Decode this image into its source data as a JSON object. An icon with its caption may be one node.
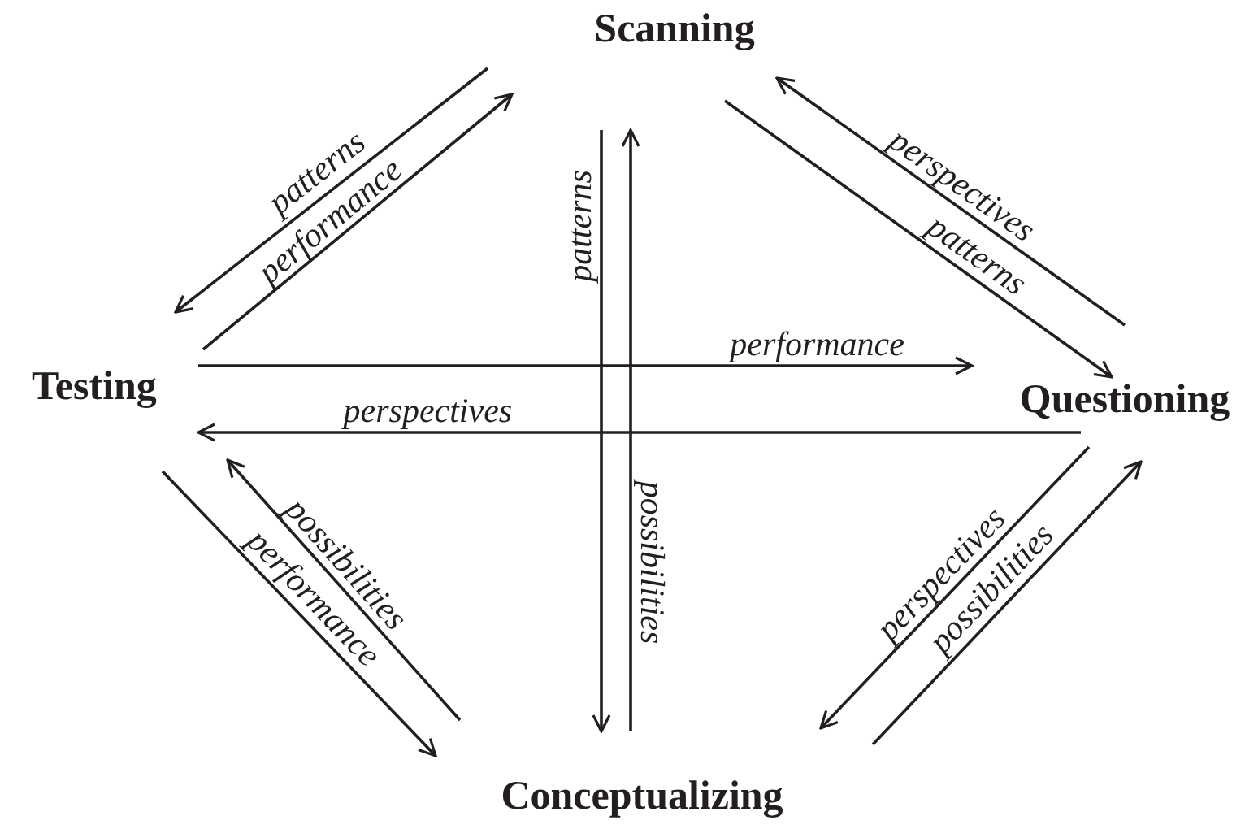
{
  "diagram": {
    "nodes": [
      {
        "text": [
          "Scanning"
        ]
      },
      {
        "text": [
          "Testing"
        ]
      },
      {
        "text": [
          "Questioning"
        ]
      },
      {
        "text": [
          "Conceptualizing"
        ]
      }
    ],
    "edges": [
      {
        "from": 0,
        "to": 1,
        "arrow": "to",
        "label": "patterns"
      },
      {
        "from": 1,
        "to": 0,
        "arrow": "to",
        "label": "performance"
      },
      {
        "from": 0,
        "to": 3,
        "arrow": "to",
        "label": "patterns"
      },
      {
        "from": 3,
        "to": 0,
        "arrow": "to",
        "label": "possibilities"
      },
      {
        "from": 1,
        "to": 2,
        "arrow": "to",
        "label": "performance"
      },
      {
        "from": 2,
        "to": 1,
        "arrow": "to",
        "label": "perspectives"
      },
      {
        "from": 2,
        "to": 0,
        "arrow": "to",
        "label": "perspectives"
      },
      {
        "from": 0,
        "to": 2,
        "arrow": "to",
        "label": "patterns"
      },
      {
        "from": 1,
        "to": 3,
        "arrow": "to",
        "label": "performance"
      },
      {
        "from": 3,
        "to": 1,
        "arrow": "to",
        "label": "possibilities"
      },
      {
        "from": 2,
        "to": 3,
        "arrow": "to",
        "label": "perspectives"
      },
      {
        "from": 3,
        "to": 2,
        "arrow": "to",
        "label": "possibilities"
      }
    ]
  }
}
